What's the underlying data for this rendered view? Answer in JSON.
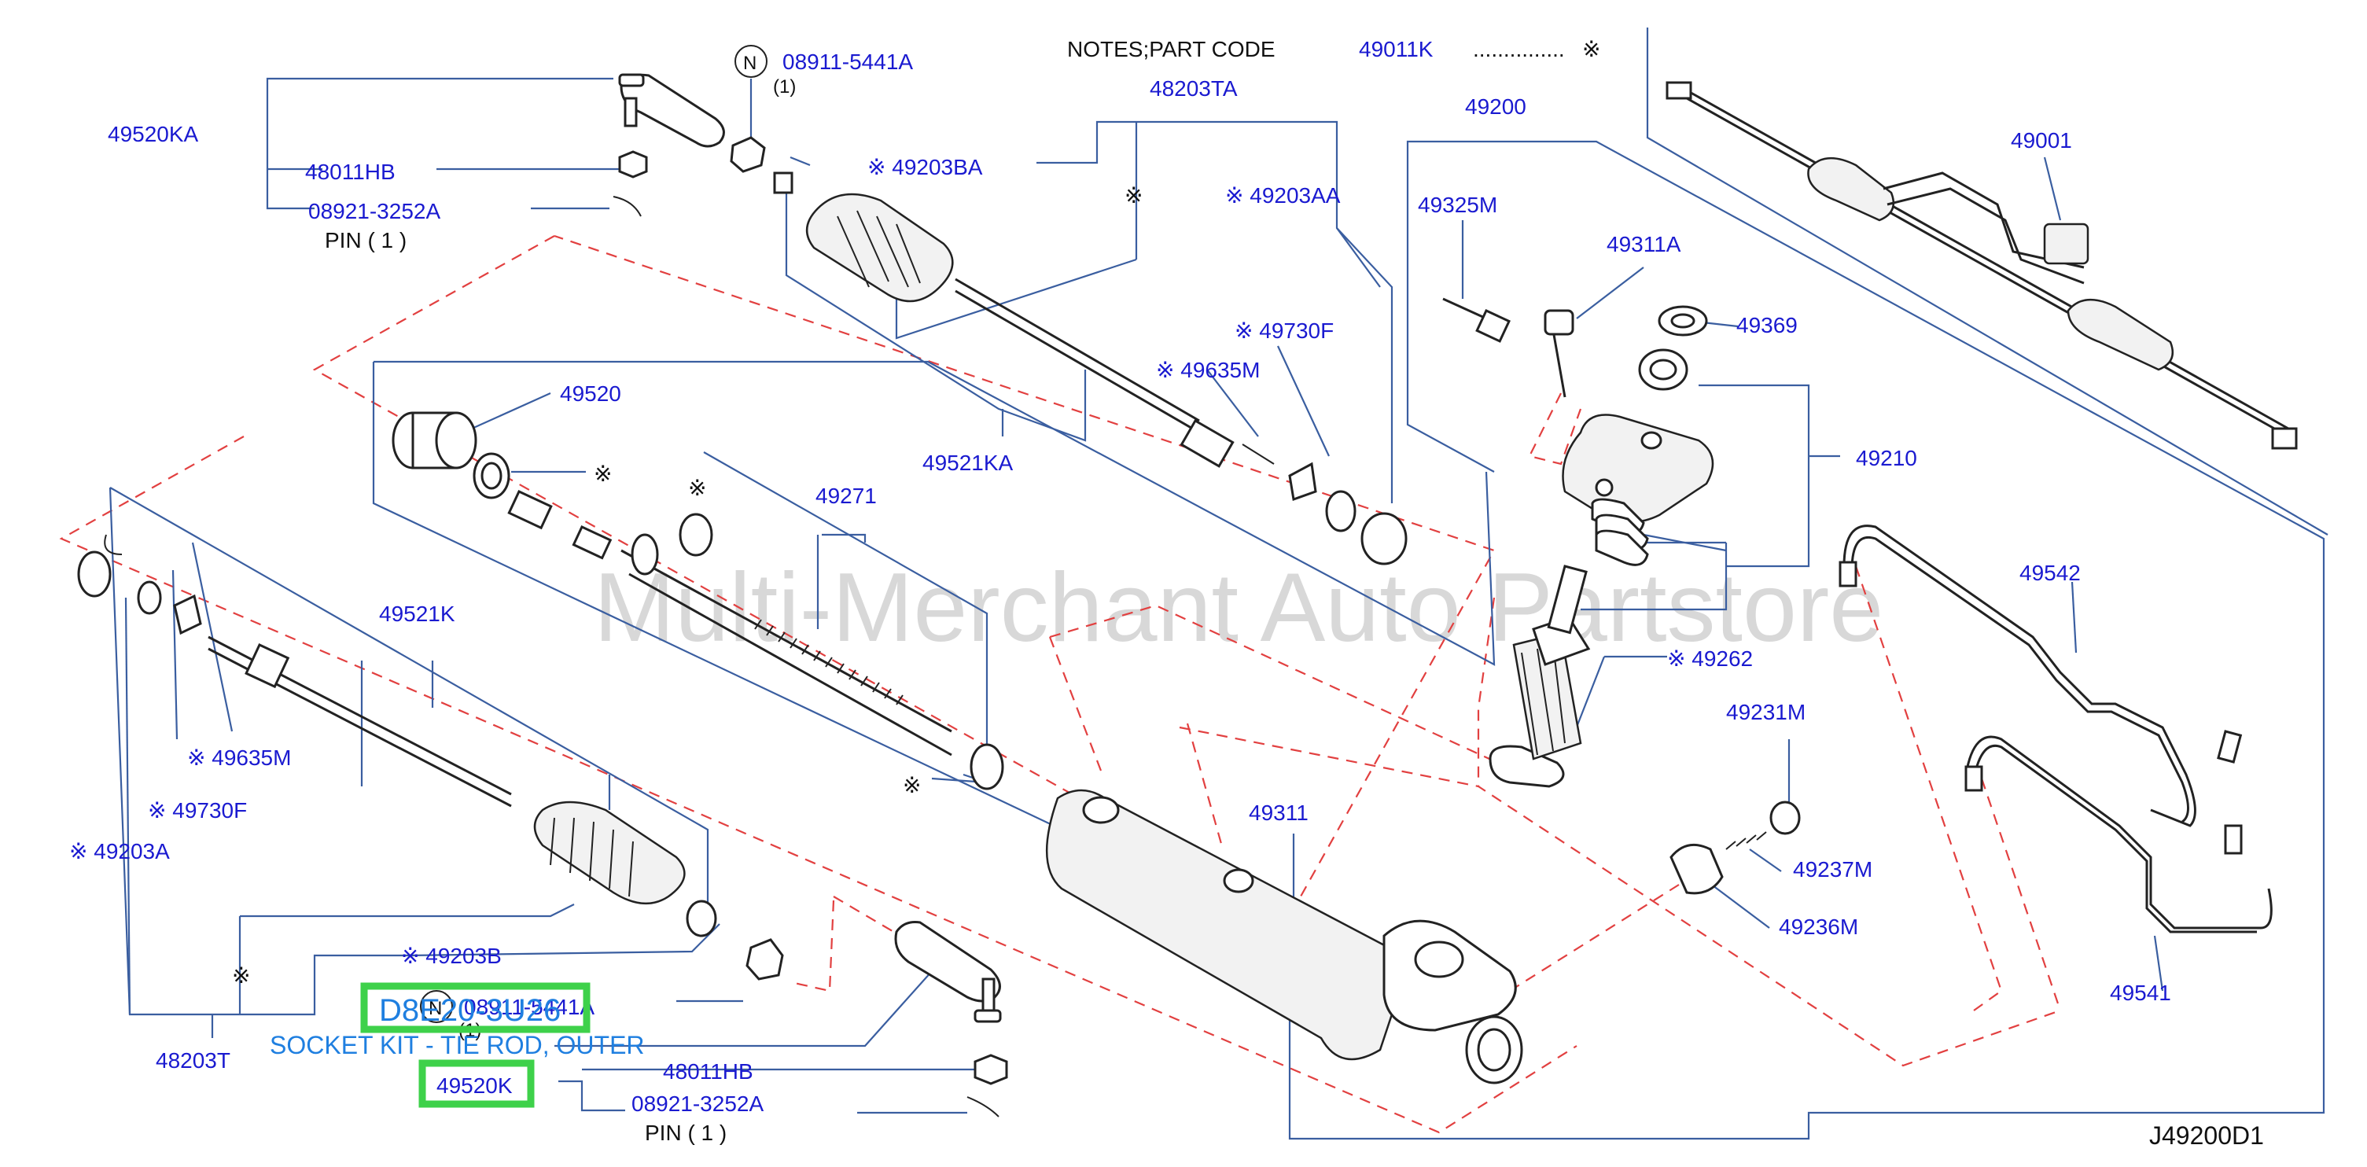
{
  "notes": {
    "label": "NOTES;PART   CODE",
    "code": "49011K",
    "dots": "...............",
    "mark": "※"
  },
  "watermark": "Multi-Merchant Auto Partstore",
  "diagram_code": "J49200D1",
  "highlight": {
    "part_number": "D8E20-3U26",
    "description": "SOCKET KIT - TIE ROD, OUTER",
    "boxed_label": "49520K"
  },
  "labels": {
    "p49520KA": "49520KA",
    "p48011HB_top": "48011HB",
    "p08921_top": "08921-3252A",
    "pin_top": "PIN  ( 1 )",
    "p08911_top": "08911-5441A",
    "qty_top": "(1)",
    "n_circle": "N",
    "p49203BA": "※ 49203BA",
    "p48203TA": "48203TA",
    "p49203AA": "※ 49203AA",
    "mark": "※",
    "p49200": "49200",
    "p49001": "49001",
    "p49325M": "49325M",
    "p49311A": "49311A",
    "p49369": "49369",
    "p49210": "49210",
    "p49730F_top": "※ 49730F",
    "p49635M_top": "※ 49635M",
    "p49520": "49520",
    "p49521KA": "49521KA",
    "p49271": "49271",
    "p49542": "49542",
    "p49262": "※ 49262",
    "p49231M": "49231M",
    "p49237M": "49237M",
    "p49236M": "49236M",
    "p49311": "49311",
    "p49541": "49541",
    "p49521K": "49521K",
    "p49635M_bot": "※ 49635M",
    "p49730F_bot": "※ 49730F",
    "p49203A": "※ 49203A",
    "p49203B": "※ 49203B",
    "p08911_bot": "08911-5441A",
    "qty_bot": "(1)",
    "p48203T": "48203T",
    "p48011HB_bot": "48011HB",
    "p08921_bot": "08921-3252A",
    "pin_bot": "PIN  ( 1 )"
  }
}
